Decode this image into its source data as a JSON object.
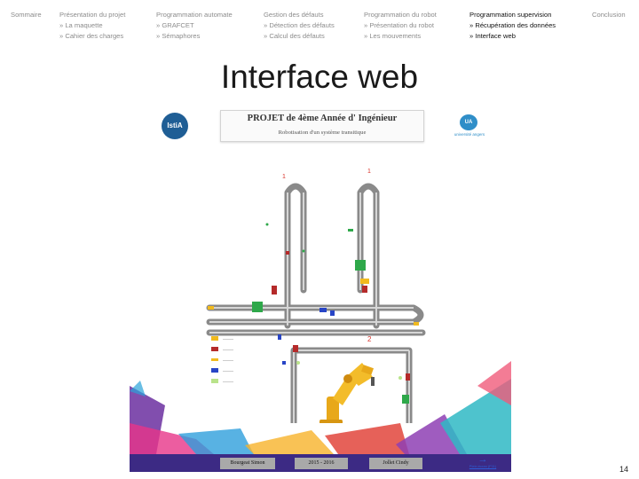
{
  "nav": {
    "sections": [
      {
        "title": "Sommaire",
        "items": []
      },
      {
        "title": "Présentation du projet",
        "items": [
          "» La maquette",
          "» Cahier des charges"
        ]
      },
      {
        "title": "Programmation automate",
        "items": [
          "» GRAFCET",
          "» Sémaphores"
        ]
      },
      {
        "title": "Gestion des défauts",
        "items": [
          "» Détection des défauts",
          "» Calcul des défauts"
        ]
      },
      {
        "title": "Programmation du robot",
        "items": [
          "» Présentation du robot",
          "» Les mouvements"
        ]
      },
      {
        "title": "Programmation supervision",
        "items": [
          "» Récupération des données",
          "» Interface web"
        ],
        "active": true
      },
      {
        "title": "Conclusion",
        "items": []
      }
    ]
  },
  "page": {
    "title": "Interface web",
    "number": "14"
  },
  "slide": {
    "header_title": "PROJET de 4ème Année d' Ingénieur",
    "header_subtitle": "Robotisation d'un système transitique",
    "logo_left": "IstiA",
    "logo_right": "UA",
    "logo_right_sub": "université angers",
    "footer_names": [
      "Bourgeat Simon",
      "2015 - 2016",
      "Jollet Cindy"
    ],
    "footer_arrow": "→",
    "footer_link": "Plein écran (F11)",
    "colors": {
      "rail": "#7c7c7c",
      "station": "#2ea84a",
      "robot": "#f1ba1e",
      "shuttle": "#b52a2a",
      "sensor": "#2845c6",
      "footer": "#3c2a84"
    }
  }
}
